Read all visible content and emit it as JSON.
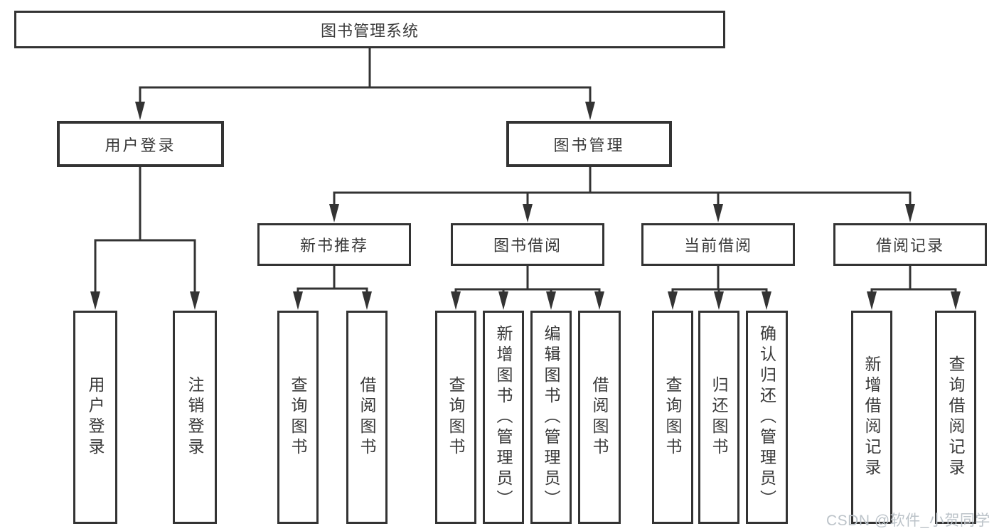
{
  "colors": {
    "line": "#333333",
    "text": "#3a3a3a",
    "background": "#ffffff",
    "watermark_text": "#bcc3c9"
  },
  "watermark": "CSDN @软件_小贺同学",
  "tree": {
    "label": "图书管理系统",
    "children": [
      {
        "label": "用户登录",
        "children": [
          {
            "label": "用户登录"
          },
          {
            "label": "注销登录"
          }
        ]
      },
      {
        "label": "图书管理",
        "children": [
          {
            "label": "新书推荐",
            "children": [
              {
                "label": "查询图书"
              },
              {
                "label": "借阅图书"
              }
            ]
          },
          {
            "label": "图书借阅",
            "children": [
              {
                "label": "查询图书"
              },
              {
                "label": "新增图书（管理员）"
              },
              {
                "label": "编辑图书（管理员）"
              },
              {
                "label": "借阅图书"
              }
            ]
          },
          {
            "label": "当前借阅",
            "children": [
              {
                "label": "查询图书"
              },
              {
                "label": "归还图书"
              },
              {
                "label": "确认归还（管理员）"
              }
            ]
          },
          {
            "label": "借阅记录",
            "children": [
              {
                "label": "新增借阅记录"
              },
              {
                "label": "查询借阅记录"
              }
            ]
          }
        ]
      }
    ]
  }
}
